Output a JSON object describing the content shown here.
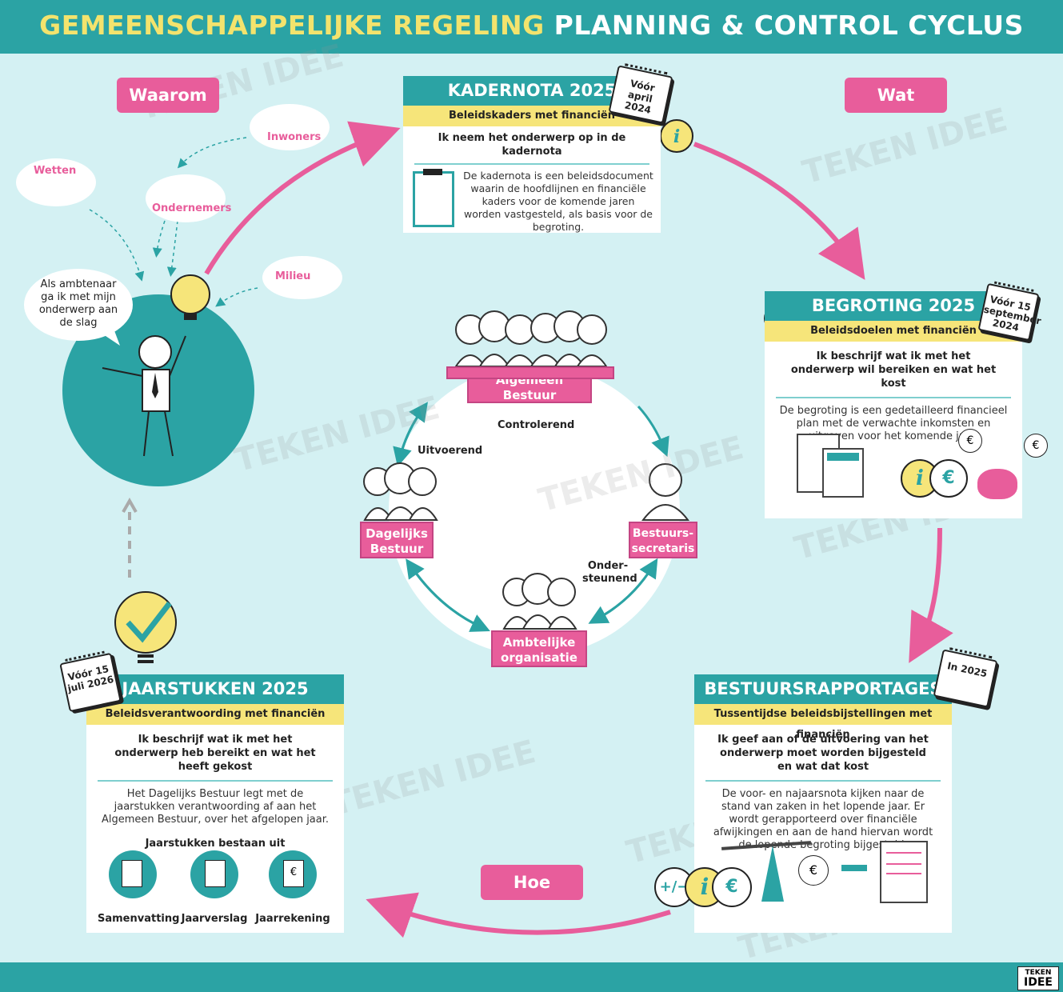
{
  "title": {
    "part1": "GEMEENSCHAPPELIJKE REGELING",
    "part2": "PLANNING & CONTROL CYCLUS"
  },
  "labels": {
    "waarom": "Waarom",
    "wat": "Wat",
    "hoe": "Hoe"
  },
  "stakeholders": {
    "inwoners": "Inwoners",
    "wetten": "Wetten",
    "ondernemers": "Ondernemers",
    "milieu": "Milieu"
  },
  "speech": "Als ambtenaar ga ik met mijn onderwerp aan de slag",
  "kadernota": {
    "title": "KADERNOTA 2025",
    "subtitle": "Beleidskaders met financiën",
    "lead": "Ik neem het onderwerp op in de kadernota",
    "description": "De kadernota is een beleidsdocument waarin de hoofdlijnen en financiële kaders voor de komende jaren worden vastgesteld, als basis voor de begroting.",
    "calendar": "Vóór april 2024"
  },
  "begroting": {
    "title": "BEGROTING 2025",
    "subtitle": "Beleidsdoelen met financiën",
    "lead": "Ik beschrijf wat ik met het onderwerp wil bereiken en wat het kost",
    "description": "De begroting is een gedetailleerd financieel plan met de verwachte inkomsten en uitgaven voor het komende jaar.",
    "calendar": "Vóór 15 september 2024"
  },
  "bestuursrapportages": {
    "title": "BESTUURSRAPPORTAGES",
    "subtitle": "Tussentijdse beleidsbijstellingen met financiën",
    "lead": "Ik geef aan of de uitvoering van het onderwerp moet worden bijgesteld en wat dat kost",
    "description": "De voor- en najaarsnota kijken naar de stand van zaken in het lopende jaar. Er wordt gerapporteerd over financiële afwijkingen en aan de hand hiervan wordt de lopende begroting bijgesteld.",
    "calendar": "In 2025"
  },
  "jaarstukken": {
    "title": "JAARSTUKKEN 2025",
    "subtitle": "Beleidsverantwoording met financiën",
    "lead": "Ik beschrijf wat ik met het onderwerp heb bereikt en wat het heeft gekost",
    "description": "Het Dagelijks Bestuur legt met de jaarstukken verantwoording af aan het Algemeen Bestuur, over het afgelopen jaar.",
    "consists_of": "Jaarstukken bestaan uit",
    "items": [
      "Samenvatting",
      "Jaarverslag",
      "Jaarrekening"
    ],
    "calendar": "Vóór 15 juli 2026"
  },
  "governance": {
    "algemeen_bestuur": "Algemeen Bestuur",
    "dagelijks_bestuur": "Dagelijks Bestuur",
    "bestuurssecretaris": "Bestuurs-secretaris",
    "ambtelijke_organisatie": "Ambtelijke organisatie",
    "controlerend": "Controlerend",
    "uitvoerend": "Uitvoerend",
    "ondersteunend": "Onder-steunend"
  },
  "watermark": "TEKEN IDEE",
  "logo": {
    "line1": "TEKEN",
    "line2": "IDEE"
  },
  "colors": {
    "teal": "#2ba3a4",
    "pink": "#e85d9b",
    "yellow": "#f6e57a",
    "background": "#d4f1f3"
  }
}
